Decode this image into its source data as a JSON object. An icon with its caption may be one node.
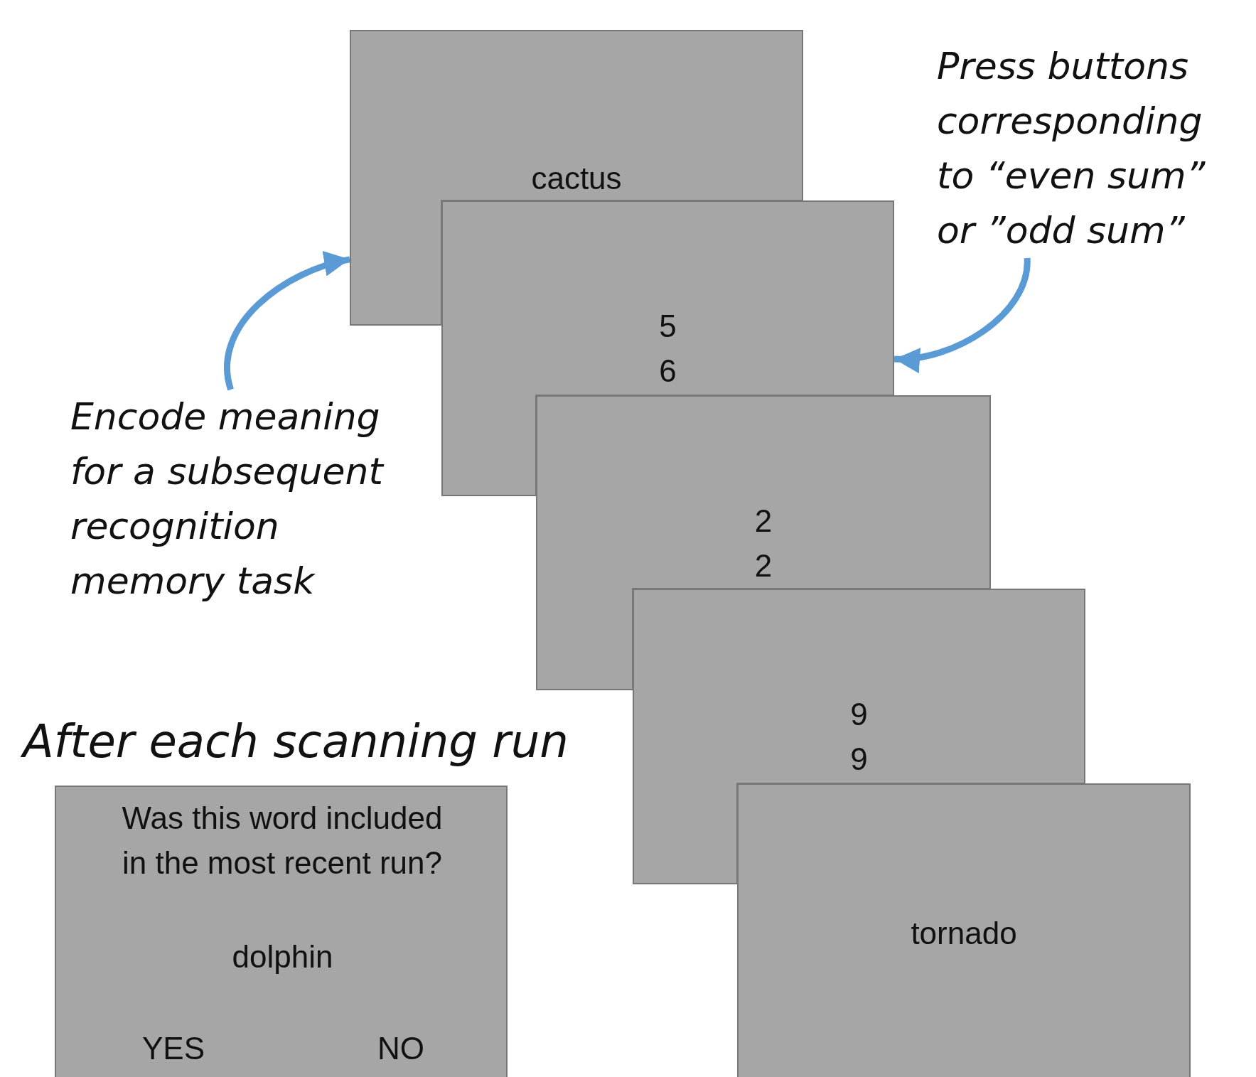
{
  "diagram": {
    "nodes": [
      {
        "text": [
          "cactus"
        ]
      },
      {
        "text": [
          "5",
          "6"
        ]
      },
      {
        "text": [
          "2",
          "2"
        ]
      },
      {
        "text": [
          "9",
          "9"
        ]
      },
      {
        "text": [
          "tornado"
        ]
      },
      {
        "text": [
          "Was this word included in the most recent run?",
          "dolphin",
          "YES",
          "NO"
        ]
      },
      {
        "text": [
          "Encode meaning for a subsequent recognition memory task"
        ]
      },
      {
        "text": [
          "Press buttons corresponding to “even sum” or ”odd sum”"
        ]
      }
    ],
    "edges": [
      {
        "from": 6,
        "to": 0,
        "arrow": "to"
      },
      {
        "from": 7,
        "to": 1,
        "arrow": "to"
      }
    ],
    "labels": [
      "After each scanning run"
    ]
  }
}
